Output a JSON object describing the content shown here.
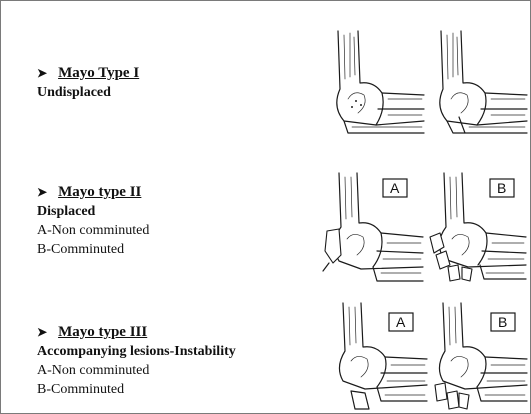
{
  "rows": [
    {
      "marker": "➤",
      "title": "Mayo Type I",
      "subtitle": "Undisplaced",
      "lines": [],
      "panels": [
        {
          "variant": "undisplaced",
          "tag": ""
        },
        {
          "variant": "undisplaced-split",
          "tag": ""
        }
      ]
    },
    {
      "marker": "➤",
      "title": "Mayo type II",
      "subtitle": "Displaced",
      "lines": [
        "A-Non comminuted",
        "B-Comminuted"
      ],
      "panels": [
        {
          "variant": "displaced",
          "tag": "A"
        },
        {
          "variant": "comminuted",
          "tag": "B"
        }
      ]
    },
    {
      "marker": "➤",
      "title": "Mayo type III",
      "subtitle": "Accompanying lesions-Instability",
      "lines": [
        "A-Non comminuted",
        "B-Comminuted"
      ],
      "panels": [
        {
          "variant": "unstable",
          "tag": "A"
        },
        {
          "variant": "unstable-comminuted",
          "tag": "B"
        }
      ]
    }
  ]
}
